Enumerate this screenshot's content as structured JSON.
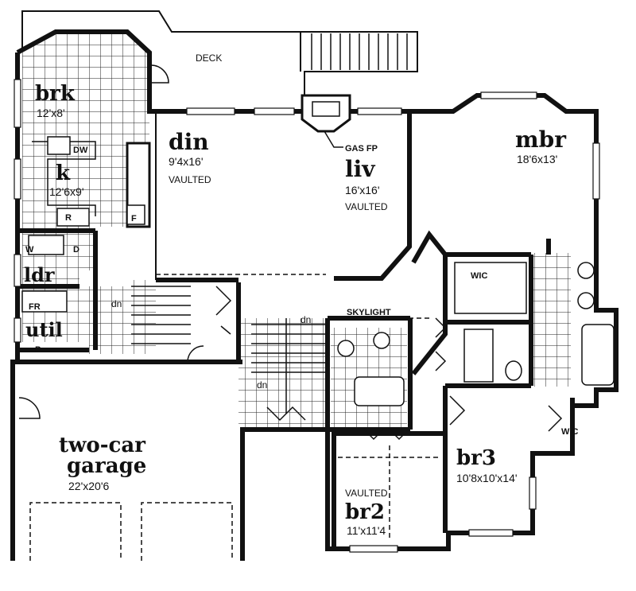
{
  "plan": {
    "rooms": {
      "brk": {
        "name": "brk",
        "size": "12'x8'"
      },
      "k": {
        "name": "k",
        "size": "12'6x9'"
      },
      "din": {
        "name": "din",
        "size": "9'4x16'",
        "note": "VAULTED"
      },
      "liv": {
        "name": "liv",
        "size": "16'x16'",
        "note": "VAULTED"
      },
      "mbr": {
        "name": "mbr",
        "size": "18'6x13'"
      },
      "ldr": {
        "name": "ldr"
      },
      "util": {
        "name": "util"
      },
      "garage": {
        "name_line1": "two-car",
        "name_line2": "garage",
        "size": "22'x20'6"
      },
      "br2": {
        "name": "br2",
        "size": "11'x11'4",
        "note": "VAULTED"
      },
      "br3": {
        "name": "br3",
        "size": "10'8x10'x14'"
      }
    },
    "labels": {
      "deck": "DECK",
      "gas_fp": "GAS FP",
      "skylight": "SKYLIGHT",
      "wic_master": "WIC",
      "wic_br3": "WIC",
      "dw": "DW",
      "r": "R",
      "f": "F",
      "w": "W",
      "d": "D",
      "fr": "FR",
      "p": "P",
      "dn_main": "dn",
      "dn_hall": "dn",
      "dn_lower": "dn"
    }
  }
}
